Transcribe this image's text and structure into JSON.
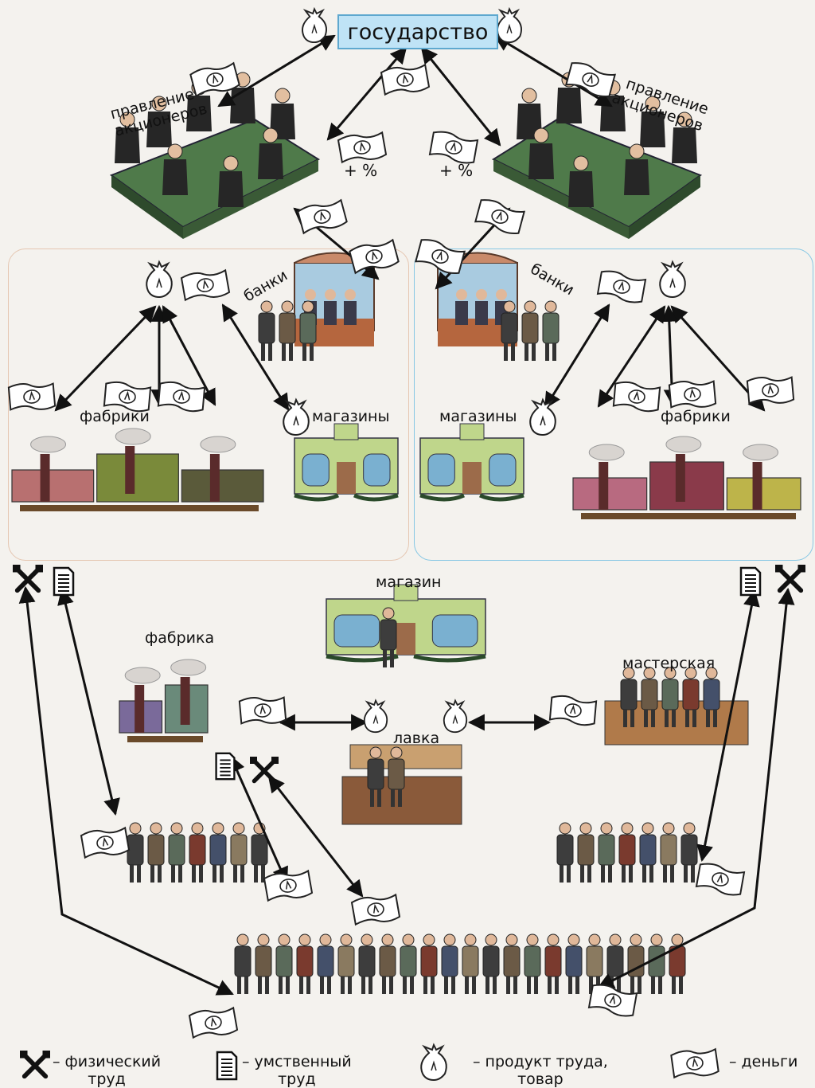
{
  "state": "государство",
  "boards": {
    "left": "правление\nакционеров",
    "right": "правление\nакционеров"
  },
  "percent": {
    "left": "+ %",
    "right": "+ %"
  },
  "banks": {
    "left": "банки",
    "right": "банки"
  },
  "factories": {
    "left": "фабрики",
    "right": "фабрики"
  },
  "shops": {
    "left": "магазины",
    "right": "магазины"
  },
  "lower": {
    "shop": "магазин",
    "factory": "фабрика",
    "workshop": "мастерская",
    "stall": "лавка"
  },
  "legend": {
    "physical": "– физический\nтруд",
    "mental": "– умственный\nтруд",
    "product": "– продукт труда,\nтовар",
    "money": "– деньги"
  },
  "colors": {
    "state_fill": "#bfe3f6",
    "left_region": "#e8cbb8",
    "right_region": "#8ccbe6"
  }
}
